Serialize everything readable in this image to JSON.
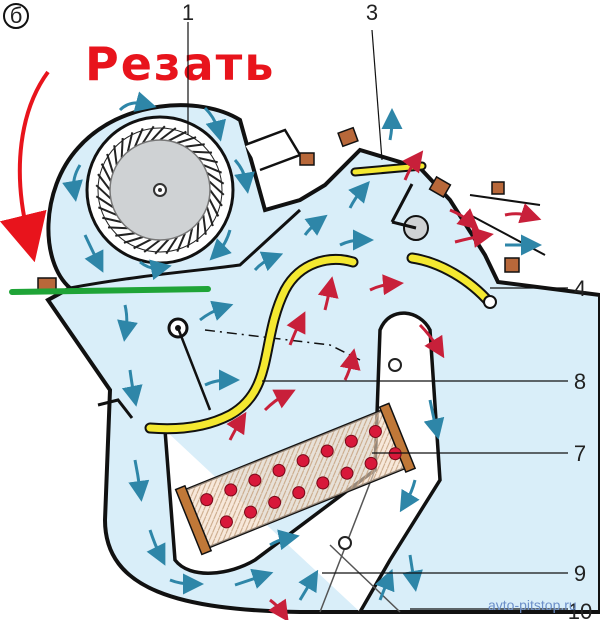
{
  "diagram": {
    "panel_label": "б",
    "handwritten_note": "Резать",
    "callouts": [
      "1",
      "3",
      "4",
      "8",
      "7",
      "9",
      "10"
    ],
    "watermark": "avto-pitstop.ru",
    "colors": {
      "housing_fill": "#d9eef9",
      "outline": "#111111",
      "cold_arrow": "#2e86a8",
      "warm_arrow": "#c8203a",
      "flap": "#f4e830",
      "heater_core": "#c07838",
      "cut_line": "#1fa437",
      "annotation": "#e8141c"
    },
    "icons": [
      "blower-fan-icon",
      "heater-core-icon",
      "cold-air-arrow-icon",
      "warm-air-arrow-icon"
    ]
  }
}
